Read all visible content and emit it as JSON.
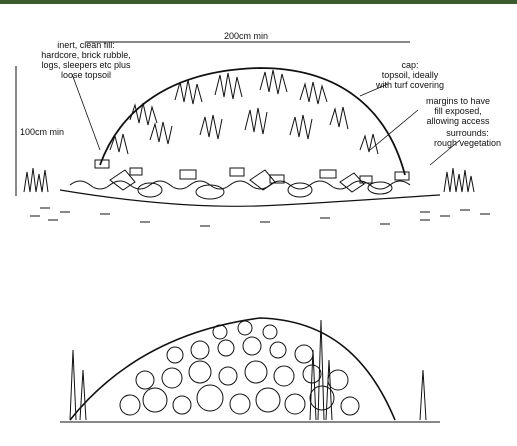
{
  "diagram": {
    "width_label": "200cm min",
    "height_label": "100cm min",
    "fill_label": [
      "inert, clean fill:",
      "hardcore, brick rubble,",
      "logs, sleepers etc plus",
      "loose topsoil"
    ],
    "cap_label": [
      "cap:",
      "topsoil, ideally",
      "with turf covering"
    ],
    "margins_label": [
      "margins to have",
      "fill exposed,",
      "allowing access"
    ],
    "surrounds_label": [
      "surrounds:",
      "rough vegetation"
    ]
  },
  "colors": {
    "ink": "#111111",
    "top_strip": "#3d5a2e",
    "background": "#ffffff"
  }
}
